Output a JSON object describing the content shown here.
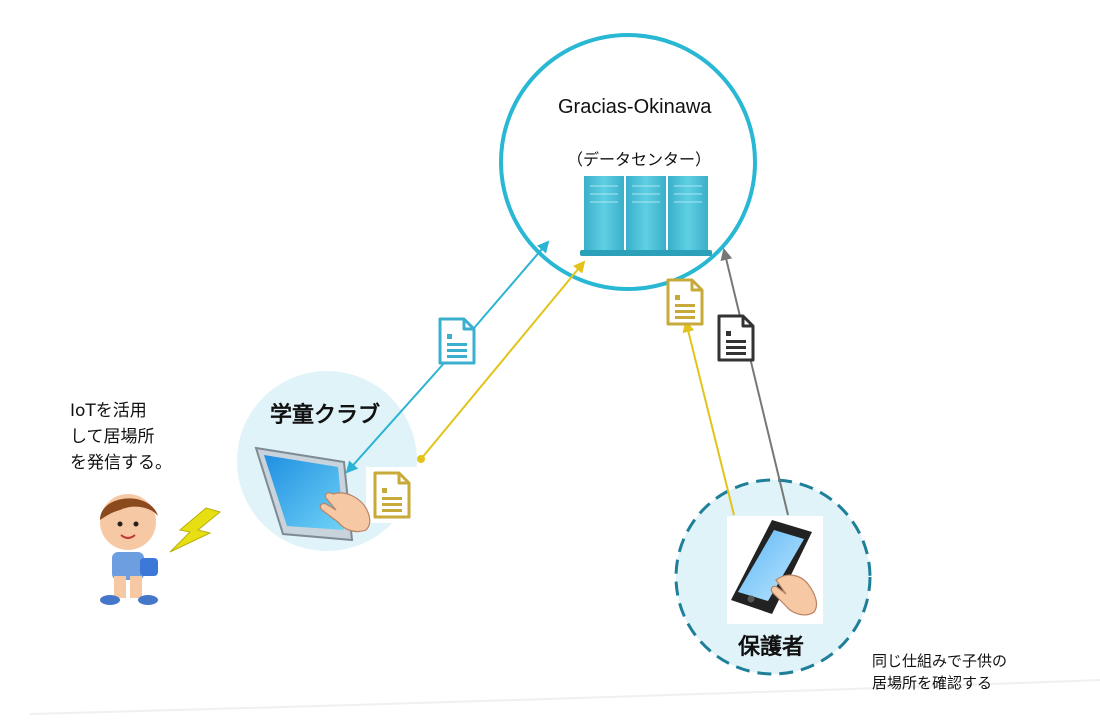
{
  "data_center": {
    "name": "Gracias-Okinawa",
    "subtitle": "（データセンター）"
  },
  "club": {
    "label": "学童クラブ"
  },
  "guardian": {
    "label": "保護者"
  },
  "child_note": {
    "lines": [
      "IoTを活用",
      "して居場所",
      "を発信する。"
    ]
  },
  "same_note": {
    "lines": [
      "同じ仕組みで子供の",
      "居場所を確認する"
    ]
  },
  "colors": {
    "circle_border": "#29b8d4",
    "circle_fill": "#dff3f8",
    "cyan_arrow": "#2bb3d4",
    "yellow_arrow": "#e3c319",
    "gray_arrow": "#777777",
    "doc_cyan": "#3ab0ce",
    "doc_gold": "#c7aa39",
    "doc_dark": "#333333",
    "server": "#44bdd6",
    "lightning": "#e8df12"
  },
  "icons": {
    "server": "server-rack-icon",
    "tablet": "touch-tablet-icon",
    "smartphone": "smartphone-icon",
    "document": "document-icon",
    "child": "child-icon",
    "lightning": "lightning-icon"
  }
}
